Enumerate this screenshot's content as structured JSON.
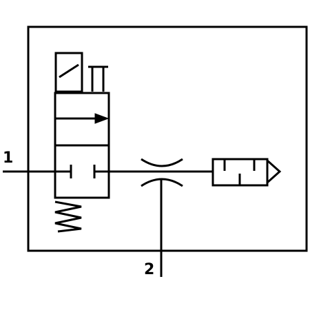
{
  "diagram": {
    "ports": {
      "inlet": "1",
      "outlet": "2"
    },
    "colors": {
      "stroke": "#000000",
      "background": "#ffffff"
    },
    "components": [
      "solenoid-actuator",
      "manual-override-pushbutton",
      "2-position-valve-block",
      "flow-arrow",
      "closed-port-symbol",
      "return-spring",
      "fixed-orifice-restrictor",
      "exhaust-silencer"
    ]
  }
}
